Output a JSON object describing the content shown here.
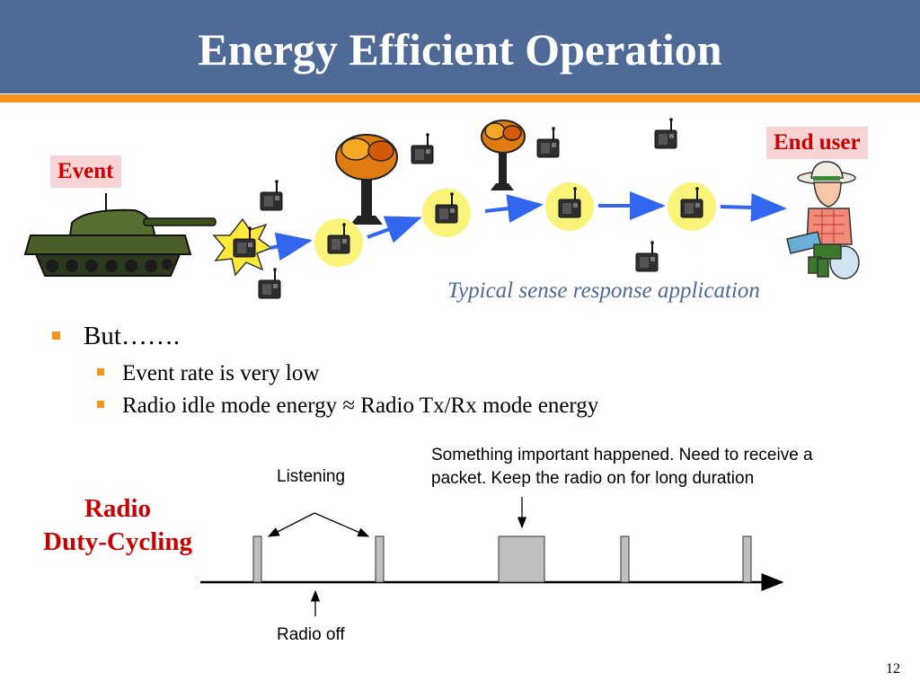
{
  "slide": {
    "title": "Energy Efficient Operation",
    "page_number": "12"
  },
  "scenario": {
    "event_label": "Event",
    "end_user_label": "End user",
    "caption": "Typical sense response application"
  },
  "bullets": {
    "main": "But…….",
    "sub": [
      "Event rate is very low",
      "Radio idle mode energy ≈ Radio Tx/Rx mode energy"
    ]
  },
  "duty_cycle": {
    "title_line1": "Radio",
    "title_line2": "Duty-Cycling",
    "listening_label": "Listening",
    "radio_off_label": "Radio off",
    "note_line1": "Something important happened. Need to receive a",
    "note_line2": "packet. Keep the radio on for long duration"
  },
  "colors": {
    "title_bar": "#4f6a96",
    "accent_orange": "#f7941d",
    "label_red": "#cc0000",
    "label_bg": "#f9d4d4",
    "arrow_blue": "#3366ee",
    "highlight_yellow": "#fbf47a"
  },
  "icons": [
    "tank-icon",
    "explosion-icon",
    "sensor-node-icon",
    "tree-icon",
    "farmer-with-laptop-icon"
  ]
}
